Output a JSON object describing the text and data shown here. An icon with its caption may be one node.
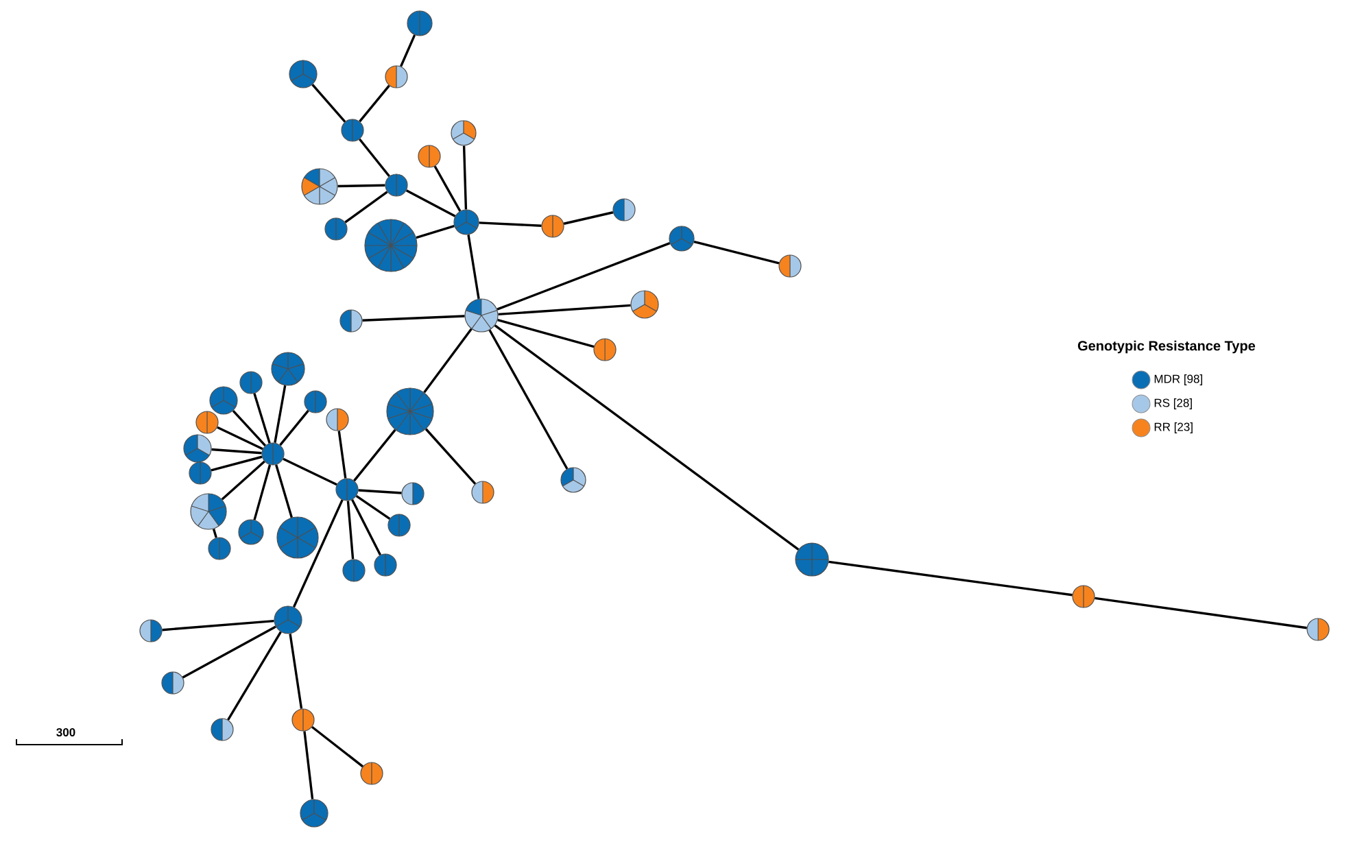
{
  "diagram": {
    "nodes": [
      {
        "text": [],
        "shape": "circle"
      },
      {
        "text": [],
        "shape": "circle"
      },
      {
        "text": [],
        "shape": "circle"
      },
      {
        "text": [],
        "shape": "circle"
      },
      {
        "text": [],
        "shape": "circle"
      },
      {
        "text": [],
        "shape": "circle"
      },
      {
        "text": [],
        "shape": "circle"
      },
      {
        "text": [],
        "shape": "circle"
      },
      {
        "text": [],
        "shape": "circle"
      },
      {
        "text": [],
        "shape": "circle"
      },
      {
        "text": [],
        "shape": "circle"
      },
      {
        "text": [],
        "shape": "circle"
      },
      {
        "text": [],
        "shape": "circle"
      },
      {
        "text": [],
        "shape": "circle"
      },
      {
        "text": [],
        "shape": "circle"
      },
      {
        "text": [],
        "shape": "circle"
      },
      {
        "text": [],
        "shape": "circle"
      },
      {
        "text": [],
        "shape": "circle"
      },
      {
        "text": [],
        "shape": "circle"
      },
      {
        "text": [],
        "shape": "circle"
      },
      {
        "text": [],
        "shape": "circle"
      },
      {
        "text": [],
        "shape": "circle"
      },
      {
        "text": [],
        "shape": "circle"
      },
      {
        "text": [],
        "shape": "circle"
      },
      {
        "text": [],
        "shape": "circle"
      },
      {
        "text": [],
        "shape": "circle"
      },
      {
        "text": [],
        "shape": "circle"
      },
      {
        "text": [],
        "shape": "circle"
      },
      {
        "text": [],
        "shape": "circle"
      },
      {
        "text": [],
        "shape": "circle"
      },
      {
        "text": [],
        "shape": "circle"
      },
      {
        "text": [],
        "shape": "circle"
      },
      {
        "text": [],
        "shape": "circle"
      },
      {
        "text": [],
        "shape": "circle"
      },
      {
        "text": [],
        "shape": "circle"
      },
      {
        "text": [],
        "shape": "circle"
      },
      {
        "text": [],
        "shape": "circle"
      },
      {
        "text": [],
        "shape": "circle"
      },
      {
        "text": [],
        "shape": "circle"
      },
      {
        "text": [],
        "shape": "circle"
      },
      {
        "text": [],
        "shape": "circle"
      },
      {
        "text": [],
        "shape": "circle"
      },
      {
        "text": [],
        "shape": "circle"
      },
      {
        "text": [],
        "shape": "circle"
      },
      {
        "text": [],
        "shape": "circle"
      },
      {
        "text": [],
        "shape": "circle"
      },
      {
        "text": [],
        "shape": "circle"
      },
      {
        "text": [],
        "shape": "circle"
      },
      {
        "text": [],
        "shape": "circle"
      },
      {
        "text": [],
        "shape": "circle"
      }
    ],
    "edges": [
      {
        "from": 0,
        "to": 2,
        "arrow": "none"
      },
      {
        "from": 2,
        "to": 3,
        "arrow": "none"
      },
      {
        "from": 1,
        "to": 3,
        "arrow": "none"
      },
      {
        "from": 3,
        "to": 7,
        "arrow": "none"
      },
      {
        "from": 6,
        "to": 7,
        "arrow": "none"
      },
      {
        "from": 8,
        "to": 7,
        "arrow": "none"
      },
      {
        "from": 7,
        "to": 10,
        "arrow": "none"
      },
      {
        "from": 9,
        "to": 10,
        "arrow": "none"
      },
      {
        "from": 5,
        "to": 10,
        "arrow": "none"
      },
      {
        "from": 4,
        "to": 10,
        "arrow": "none"
      },
      {
        "from": 10,
        "to": 11,
        "arrow": "none"
      },
      {
        "from": 11,
        "to": 12,
        "arrow": "none"
      },
      {
        "from": 10,
        "to": 15,
        "arrow": "none"
      },
      {
        "from": 15,
        "to": 16,
        "arrow": "none"
      },
      {
        "from": 15,
        "to": 13,
        "arrow": "none"
      },
      {
        "from": 13,
        "to": 14,
        "arrow": "none"
      },
      {
        "from": 15,
        "to": 17,
        "arrow": "none"
      },
      {
        "from": 15,
        "to": 18,
        "arrow": "none"
      },
      {
        "from": 15,
        "to": 19,
        "arrow": "none"
      },
      {
        "from": 15,
        "to": 21,
        "arrow": "none"
      },
      {
        "from": 15,
        "to": 47,
        "arrow": "none"
      },
      {
        "from": 47,
        "to": 48,
        "arrow": "none"
      },
      {
        "from": 48,
        "to": 49,
        "arrow": "none"
      },
      {
        "from": 19,
        "to": 33,
        "arrow": "none"
      },
      {
        "from": 19,
        "to": 20,
        "arrow": "none"
      },
      {
        "from": 33,
        "to": 29,
        "arrow": "none"
      },
      {
        "from": 29,
        "to": 22,
        "arrow": "none"
      },
      {
        "from": 29,
        "to": 23,
        "arrow": "none"
      },
      {
        "from": 29,
        "to": 24,
        "arrow": "none"
      },
      {
        "from": 29,
        "to": 26,
        "arrow": "none"
      },
      {
        "from": 29,
        "to": 27,
        "arrow": "none"
      },
      {
        "from": 29,
        "to": 28,
        "arrow": "none"
      },
      {
        "from": 29,
        "to": 30,
        "arrow": "none"
      },
      {
        "from": 29,
        "to": 32,
        "arrow": "none"
      },
      {
        "from": 29,
        "to": 34,
        "arrow": "none"
      },
      {
        "from": 29,
        "to": 35,
        "arrow": "none"
      },
      {
        "from": 33,
        "to": 25,
        "arrow": "none"
      },
      {
        "from": 33,
        "to": 31,
        "arrow": "none"
      },
      {
        "from": 33,
        "to": 36,
        "arrow": "none"
      },
      {
        "from": 33,
        "to": 38,
        "arrow": "none"
      },
      {
        "from": 33,
        "to": 39,
        "arrow": "none"
      },
      {
        "from": 33,
        "to": 40,
        "arrow": "none"
      },
      {
        "from": 32,
        "to": 37,
        "arrow": "none"
      },
      {
        "from": 40,
        "to": 41,
        "arrow": "none"
      },
      {
        "from": 40,
        "to": 42,
        "arrow": "none"
      },
      {
        "from": 40,
        "to": 43,
        "arrow": "none"
      },
      {
        "from": 40,
        "to": 44,
        "arrow": "none"
      },
      {
        "from": 44,
        "to": 46,
        "arrow": "none"
      },
      {
        "from": 44,
        "to": 45,
        "arrow": "none"
      }
    ],
    "labels": [
      "Genotypic Resistance Type",
      "300"
    ],
    "legend": [
      {
        "text": "MDR [98]",
        "color": "#0a6eb4"
      },
      {
        "text": "RS [28]",
        "color": "#a6c8e8"
      },
      {
        "text": "RR [23]",
        "color": "#f7831e"
      }
    ]
  }
}
